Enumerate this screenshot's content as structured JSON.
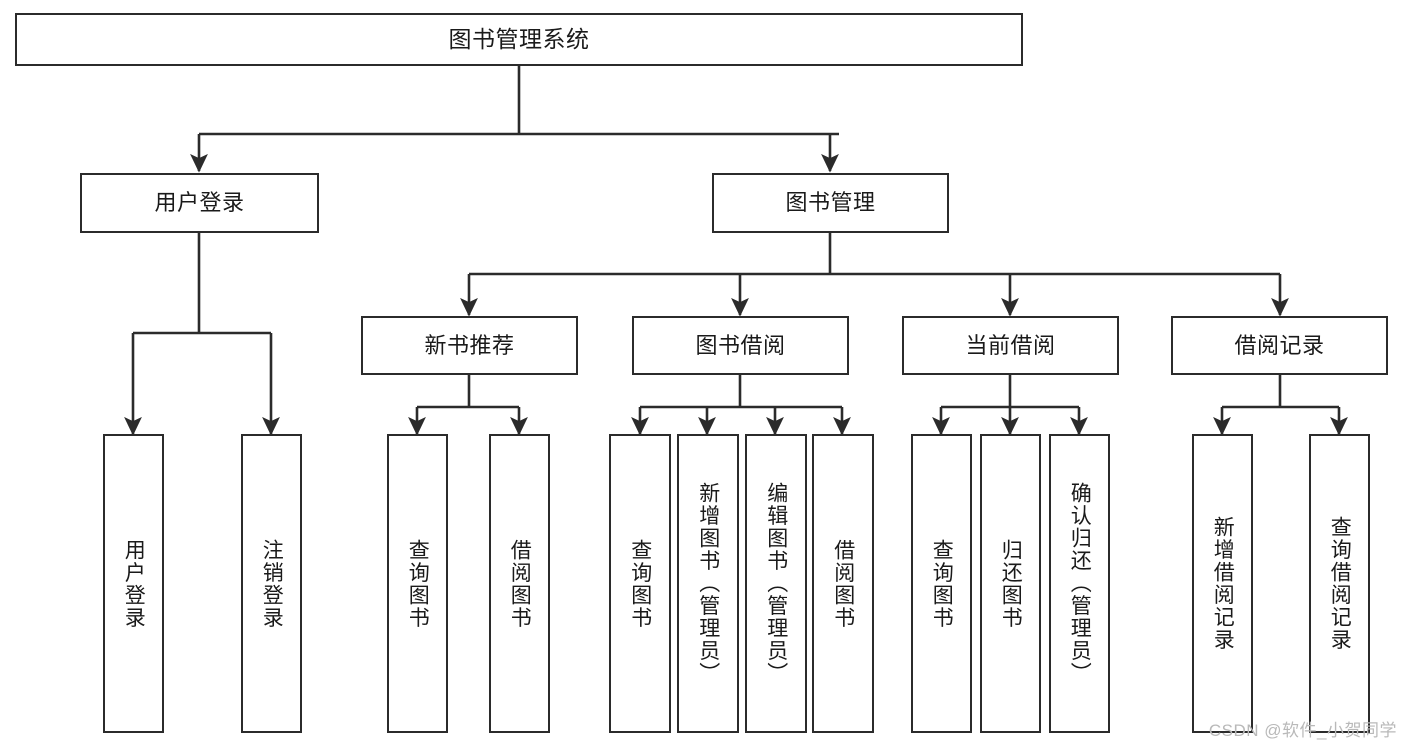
{
  "diagram": {
    "title": "图书管理系统",
    "type": "hierarchy-tree",
    "levels": 4,
    "root": {
      "id": "root",
      "label": "图书管理系统"
    },
    "level2": [
      {
        "id": "user-login",
        "label": "用户登录"
      },
      {
        "id": "book-management",
        "label": "图书管理"
      }
    ],
    "level3": [
      {
        "id": "new-book-recommend",
        "label": "新书推荐",
        "parent": "book-management"
      },
      {
        "id": "book-borrow",
        "label": "图书借阅",
        "parent": "book-management"
      },
      {
        "id": "current-borrow",
        "label": "当前借阅",
        "parent": "book-management"
      },
      {
        "id": "borrow-record",
        "label": "借阅记录",
        "parent": "book-management"
      }
    ],
    "leaves": [
      {
        "id": "leaf-user-login",
        "label": "用户登录",
        "parent": "user-login"
      },
      {
        "id": "leaf-logout",
        "label": "注销登录",
        "parent": "user-login"
      },
      {
        "id": "leaf-query-book-1",
        "label": "查询图书",
        "parent": "new-book-recommend"
      },
      {
        "id": "leaf-borrow-book-1",
        "label": "借阅图书",
        "parent": "new-book-recommend"
      },
      {
        "id": "leaf-query-book-2",
        "label": "查询图书",
        "parent": "book-borrow"
      },
      {
        "id": "leaf-add-book",
        "label": "新增图书（管理员）",
        "parent": "book-borrow"
      },
      {
        "id": "leaf-edit-book",
        "label": "编辑图书（管理员）",
        "parent": "book-borrow"
      },
      {
        "id": "leaf-borrow-book-2",
        "label": "借阅图书",
        "parent": "book-borrow"
      },
      {
        "id": "leaf-query-book-3",
        "label": "查询图书",
        "parent": "current-borrow"
      },
      {
        "id": "leaf-return-book",
        "label": "归还图书",
        "parent": "current-borrow"
      },
      {
        "id": "leaf-confirm-return",
        "label": "确认归还（管理员）",
        "parent": "current-borrow"
      },
      {
        "id": "leaf-add-record",
        "label": "新增借阅记录",
        "parent": "borrow-record"
      },
      {
        "id": "leaf-query-record",
        "label": "查询借阅记录",
        "parent": "borrow-record"
      }
    ],
    "colors": {
      "background": "#ffffff",
      "box_fill": "#ffffff",
      "box_stroke": "#2b2b2b",
      "connector": "#2b2b2b",
      "text": "#1a1a1a",
      "watermark": "#b9b9b9"
    }
  },
  "watermark": {
    "text": "CSDN @软件_小贺同学"
  }
}
